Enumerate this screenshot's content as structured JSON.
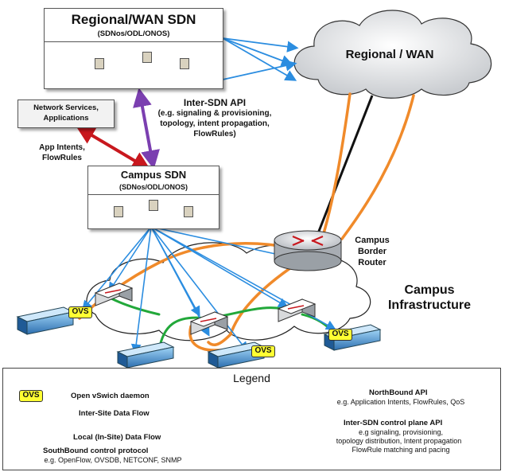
{
  "regional_sdn": {
    "title": "Regional/WAN SDN",
    "subtitle": "(SDNos/ODL/ONOS)"
  },
  "cloud_label": "Regional / WAN",
  "network_services": {
    "line1": "Network Services,",
    "line2": "Applications"
  },
  "app_intents": {
    "line1": "App Intents,",
    "line2": "FlowRules"
  },
  "inter_sdn_api": {
    "title": "Inter-SDN API",
    "line1": "(e.g. signaling & provisioning,",
    "line2": "topology, intent propagation,",
    "line3": "FlowRules)"
  },
  "campus_sdn": {
    "title": "Campus SDN",
    "subtitle": "(SDNos/ODL/ONOS)"
  },
  "border_router": {
    "line1": "Campus",
    "line2": "Border",
    "line3": "Router"
  },
  "campus_infra": {
    "line1": "Campus",
    "line2": "Infrastructure"
  },
  "ovs_label": "OVS",
  "legend": {
    "title": "Legend",
    "ovs_badge": "OVS",
    "ovs_text": "Open vSwich daemon",
    "inter_site": "Inter-Site Data Flow",
    "local": "Local (In-Site) Data Flow",
    "southbound_title": "SouthBound control protocol",
    "southbound_desc": "e.g. OpenFlow, OVSDB, NETCONF, SNMP",
    "northbound_title": "NorthBound API",
    "northbound_desc": "e.g. Application Intents, FlowRules, QoS",
    "intersdn_title": "Inter-SDN control plane API",
    "intersdn_line1": "e.g signaling, provisioning,",
    "intersdn_line2": "topology distribution, Intent propagation",
    "intersdn_line3": "FlowRule matching and pacing"
  },
  "colors": {
    "orange": "#f08a2a",
    "green": "#22a83a",
    "blue": "#2b8de0",
    "red": "#c8181e",
    "purple": "#7b3fb0",
    "ovs_yellow": "#ffff33"
  }
}
